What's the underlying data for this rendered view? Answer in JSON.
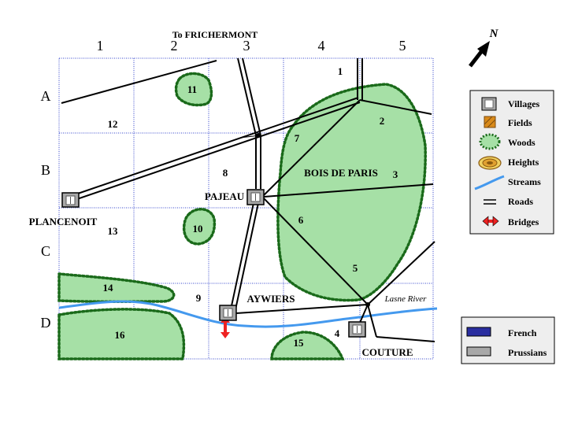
{
  "map": {
    "top_label": "To FRICHERMONT",
    "columns": [
      "1",
      "2",
      "3",
      "4",
      "5"
    ],
    "rows": [
      "A",
      "B",
      "C",
      "D"
    ],
    "sectors": [
      "1",
      "2",
      "3",
      "4",
      "5",
      "7",
      "8",
      "9",
      "10",
      "11",
      "12",
      "13",
      "14",
      "15",
      "16"
    ],
    "places": {
      "pajeau": "PAJEAU",
      "plancenoit": "PLANCENOIT",
      "aywiers": "AYWIERS",
      "couture": "COUTURE",
      "bois_de_paris": "BOIS DE PARIS",
      "lasne_river": "Lasne River"
    },
    "compass": "N"
  },
  "legend_terrain": {
    "villages": "Villages",
    "fields": "Fields",
    "woods": "Woods",
    "heights": "Heights",
    "streams": "Streams",
    "roads": "Roads",
    "bridges": "Bridges"
  },
  "legend_forces": {
    "french": "French",
    "prussians": "Prussians"
  },
  "colors": {
    "grid": "#3344cc",
    "woods_fill": "#a6e0a6",
    "woods_border": "#1a6a1a",
    "stream": "#4499ee",
    "french": "#2a2ea0",
    "prussians": "#a8a8a8",
    "bridge": "#ee2222",
    "legend_bg": "#eeeeee"
  }
}
